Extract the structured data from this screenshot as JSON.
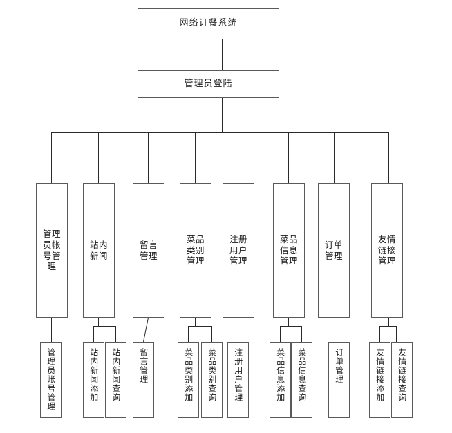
{
  "diagram": {
    "title_box": {
      "label": "网络订餐系统"
    },
    "login_box": {
      "label": "管理员登陆"
    },
    "modules": [
      {
        "label": "管理员帐号管理"
      },
      {
        "label": "站内新闻"
      },
      {
        "label": "留言管理"
      },
      {
        "label": "菜品类别管理"
      },
      {
        "label": "注册用户管理"
      },
      {
        "label": "菜品信息管理"
      },
      {
        "label": "订单管理"
      },
      {
        "label": "友情链接管理"
      }
    ],
    "leaves": [
      {
        "label": "管理员账号管理"
      },
      {
        "label": "站内新闻添加"
      },
      {
        "label": "站内新闻查询"
      },
      {
        "label": "留言管理"
      },
      {
        "label": "菜品类别添加"
      },
      {
        "label": "菜品类别查询"
      },
      {
        "label": "注册用户管理"
      },
      {
        "label": "菜品信息添加"
      },
      {
        "label": "菜品信息查询"
      },
      {
        "label": "订单管理"
      },
      {
        "label": "友情链接添加"
      },
      {
        "label": "友情链接查询"
      }
    ],
    "colors": {
      "box_border": "#5a5a5a",
      "connector": "#2a2a2a",
      "background": "#ffffff",
      "text": "#1a1a1a"
    }
  }
}
